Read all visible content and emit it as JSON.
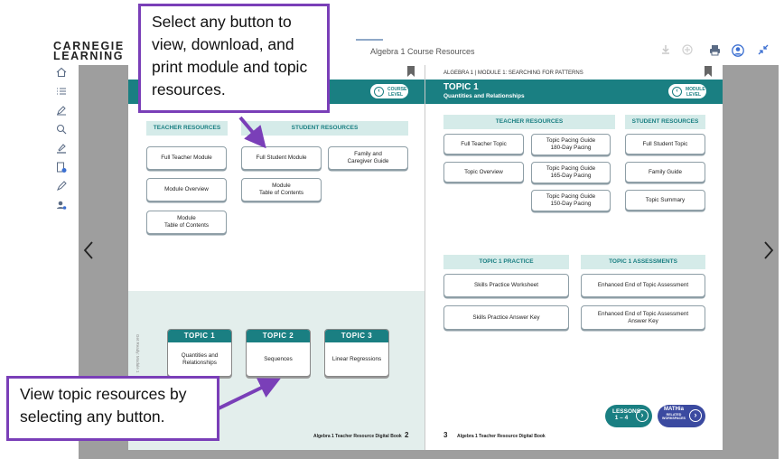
{
  "app": {
    "brand_line1": "CARNEGIE",
    "brand_line2": "LEARNING",
    "document_title": "Algebra 1 Course Resources"
  },
  "toolbar_icons": [
    "download-icon",
    "bookmark-add-icon",
    "print-icon",
    "account-icon",
    "collapse-icon"
  ],
  "rail_icons": [
    "home-icon",
    "list-icon",
    "pen-icon",
    "search-icon",
    "highlighter-icon",
    "document-info-icon",
    "pencil-icon",
    "user-settings-icon"
  ],
  "callouts": {
    "top": "Select any button to view, download, and print module and topic resources.",
    "bottom": "View topic resources by selecting any button."
  },
  "left_page": {
    "header_pill": {
      "line1": "COURSE",
      "line2": "LEVEL"
    },
    "teacher_header": "TEACHER RESOURCES",
    "student_header": "STUDENT RESOURCES",
    "teacher_buttons": [
      "Full Teacher Module",
      "Module Overview",
      "Module\nTable of Contents"
    ],
    "student_buttons": [
      "Full Student Module",
      "Family and\nCaregiver Guide",
      "Module\nTable of Contents"
    ],
    "topics": [
      {
        "label": "TOPIC 1",
        "title": "Quantities and\nRelationships"
      },
      {
        "label": "TOPIC 2",
        "title": "Sequences"
      },
      {
        "label": "TOPIC 3",
        "title": "Linear Regressions"
      }
    ],
    "vertical_label": "Get Ready: Module 1",
    "footer": "Algebra 1 Teacher Resource Digital Book",
    "page_number": "2"
  },
  "right_page": {
    "breadcrumb": "ALGEBRA 1  |  MODULE 1: SEARCHING FOR PATTERNS",
    "topic_label": "TOPIC 1",
    "topic_title": "Quantities and Relationships",
    "header_pill": {
      "line1": "MODULE",
      "line2": "LEVEL"
    },
    "teacher_header": "TEACHER RESOURCES",
    "student_header": "STUDENT RESOURCES",
    "teacher_buttons": [
      "Full Teacher Topic",
      "Topic Overview"
    ],
    "pacing_buttons": [
      "Topic Pacing Guide\n180-Day Pacing",
      "Topic Pacing Guide\n165-Day Pacing",
      "Topic Pacing Guide\n150-Day Pacing"
    ],
    "student_buttons": [
      "Full Student Topic",
      "Family Guide",
      "Topic Summary"
    ],
    "practice_header": "TOPIC 1 PRACTICE",
    "assessments_header": "TOPIC 1 ASSESSMENTS",
    "practice_buttons": [
      "Skills Practice Worksheet",
      "Skills Practice Answer Key"
    ],
    "assessment_buttons": [
      "Enhanced End of Topic Assessment",
      "Enhanced End of Topic Assessment\nAnswer Key"
    ],
    "lessons_pill": {
      "line1": "LESSONS",
      "line2": "1 – 4"
    },
    "mathia_pill": {
      "line1": "MATHia",
      "line2": "RELATED",
      "line3": "WORKSPACES"
    },
    "page_number": "3",
    "footer": "Algebra 1 Teacher Resource Digital Book"
  },
  "nav": {
    "prev": "‹",
    "next": "›"
  },
  "colors": {
    "teal": "#1a7f82",
    "callout_border": "#7a3fb8",
    "lessons_pill": "#1a7f82",
    "mathia_pill": "#3b4aa0"
  }
}
